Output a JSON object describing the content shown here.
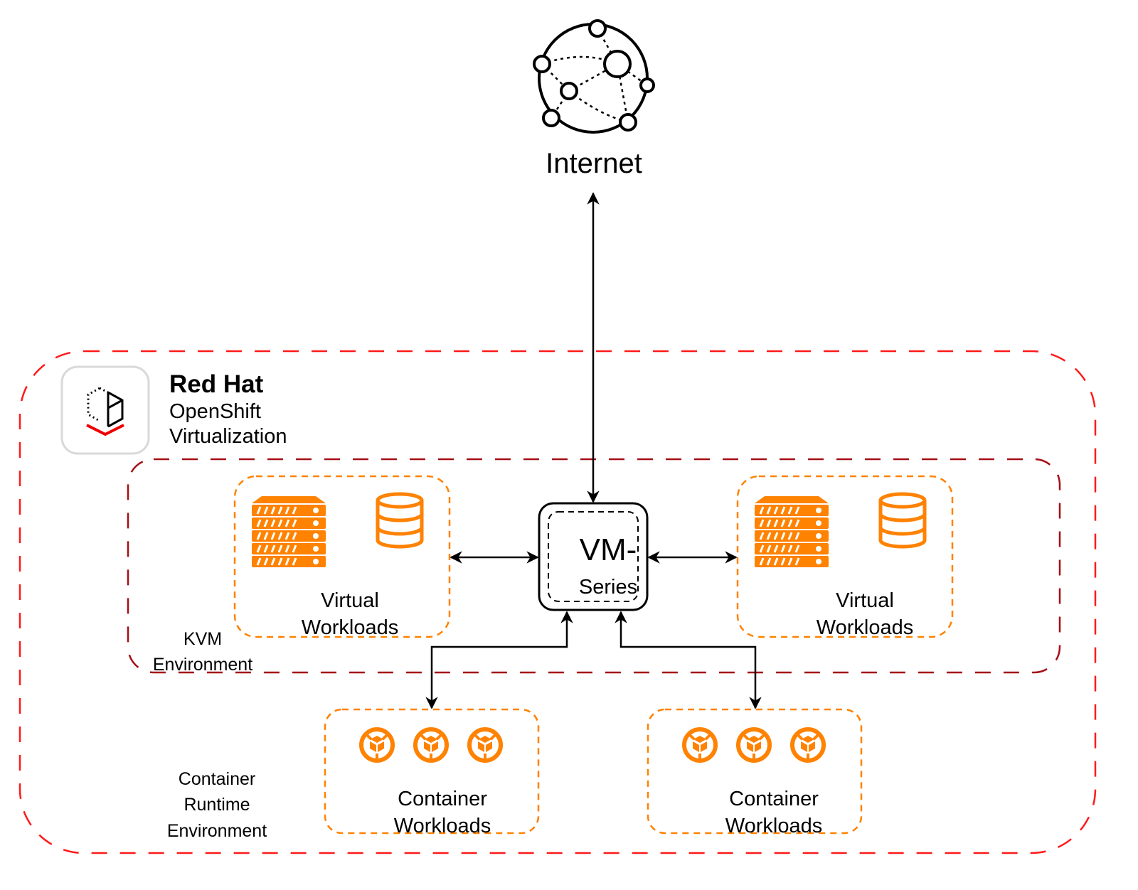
{
  "diagram": {
    "internet": {
      "label": "Internet",
      "icon": "globe-network-icon"
    },
    "platform": {
      "name_line1": "Red Hat",
      "name_line2": "OpenShift",
      "name_line3": "Virtualization",
      "icon": "openshift-virtualization-logo",
      "border_color": "#ff1a1a"
    },
    "kvm_environment": {
      "label_line1": "KVM",
      "label_line2": "Environment",
      "border_color": "#a50e16"
    },
    "container_runtime_environment": {
      "label_line1": "Container",
      "label_line2": "Runtime",
      "label_line3": "Environment"
    },
    "firewall": {
      "line1": "VM-",
      "line2": "Series"
    },
    "virtual_workloads": [
      {
        "line1": "Virtual",
        "line2": "Workloads",
        "icons": [
          "server-rack-icon",
          "database-icon"
        ]
      },
      {
        "line1": "Virtual",
        "line2": "Workloads",
        "icons": [
          "server-rack-icon",
          "database-icon"
        ]
      }
    ],
    "container_workloads": [
      {
        "line1": "Container",
        "line2": "Workloads",
        "icons": [
          "container-pod-icon",
          "container-pod-icon",
          "container-pod-icon"
        ]
      },
      {
        "line1": "Container",
        "line2": "Workloads",
        "icons": [
          "container-pod-icon",
          "container-pod-icon",
          "container-pod-icon"
        ]
      }
    ],
    "connections": [
      {
        "from": "Internet",
        "to": "VM-Series",
        "direction": "bidirectional"
      },
      {
        "from": "Virtual Workloads (left)",
        "to": "VM-Series",
        "direction": "bidirectional"
      },
      {
        "from": "VM-Series",
        "to": "Virtual Workloads (right)",
        "direction": "bidirectional"
      },
      {
        "from": "VM-Series",
        "to": "Container Workloads (left)",
        "direction": "bidirectional"
      },
      {
        "from": "VM-Series",
        "to": "Container Workloads (right)",
        "direction": "bidirectional"
      }
    ],
    "colors": {
      "workload_accent": "#ff8200",
      "outer_boundary": "#ff1a1a",
      "kvm_boundary": "#a50e16",
      "line": "#000000"
    }
  }
}
